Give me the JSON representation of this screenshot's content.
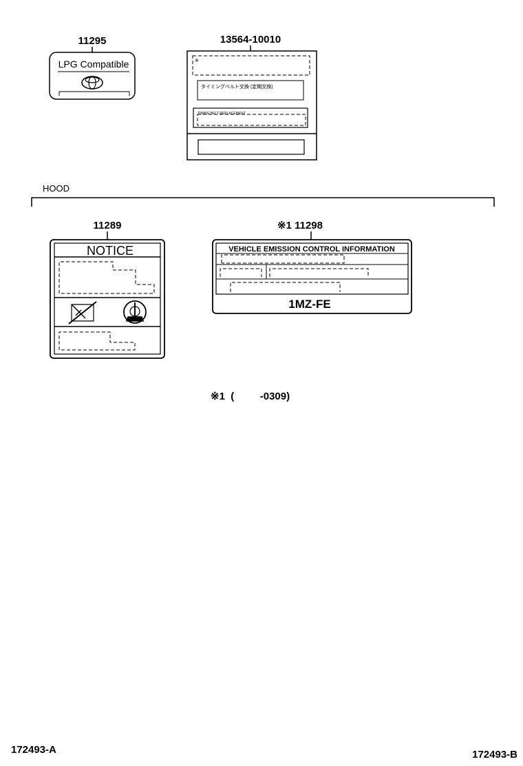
{
  "parts": {
    "p11295": {
      "number": "11295",
      "label": "LPG Compatible"
    },
    "p13564": {
      "number": "13564-10010",
      "line1": "タイミングベルト交換  (定期交換)",
      "line2": "TIMING BELT REPLACEMENT"
    },
    "p11289": {
      "number": "11289",
      "title": "NOTICE"
    },
    "p11298": {
      "number": "※1 11298",
      "title": "VEHICLE EMISSION CONTROL INFORMATION",
      "engine": "1MZ-FE"
    }
  },
  "hood_label": "HOOD",
  "footnote": "※1  (         -0309)",
  "codes": {
    "left": "172493-A",
    "right": "172493-B"
  }
}
